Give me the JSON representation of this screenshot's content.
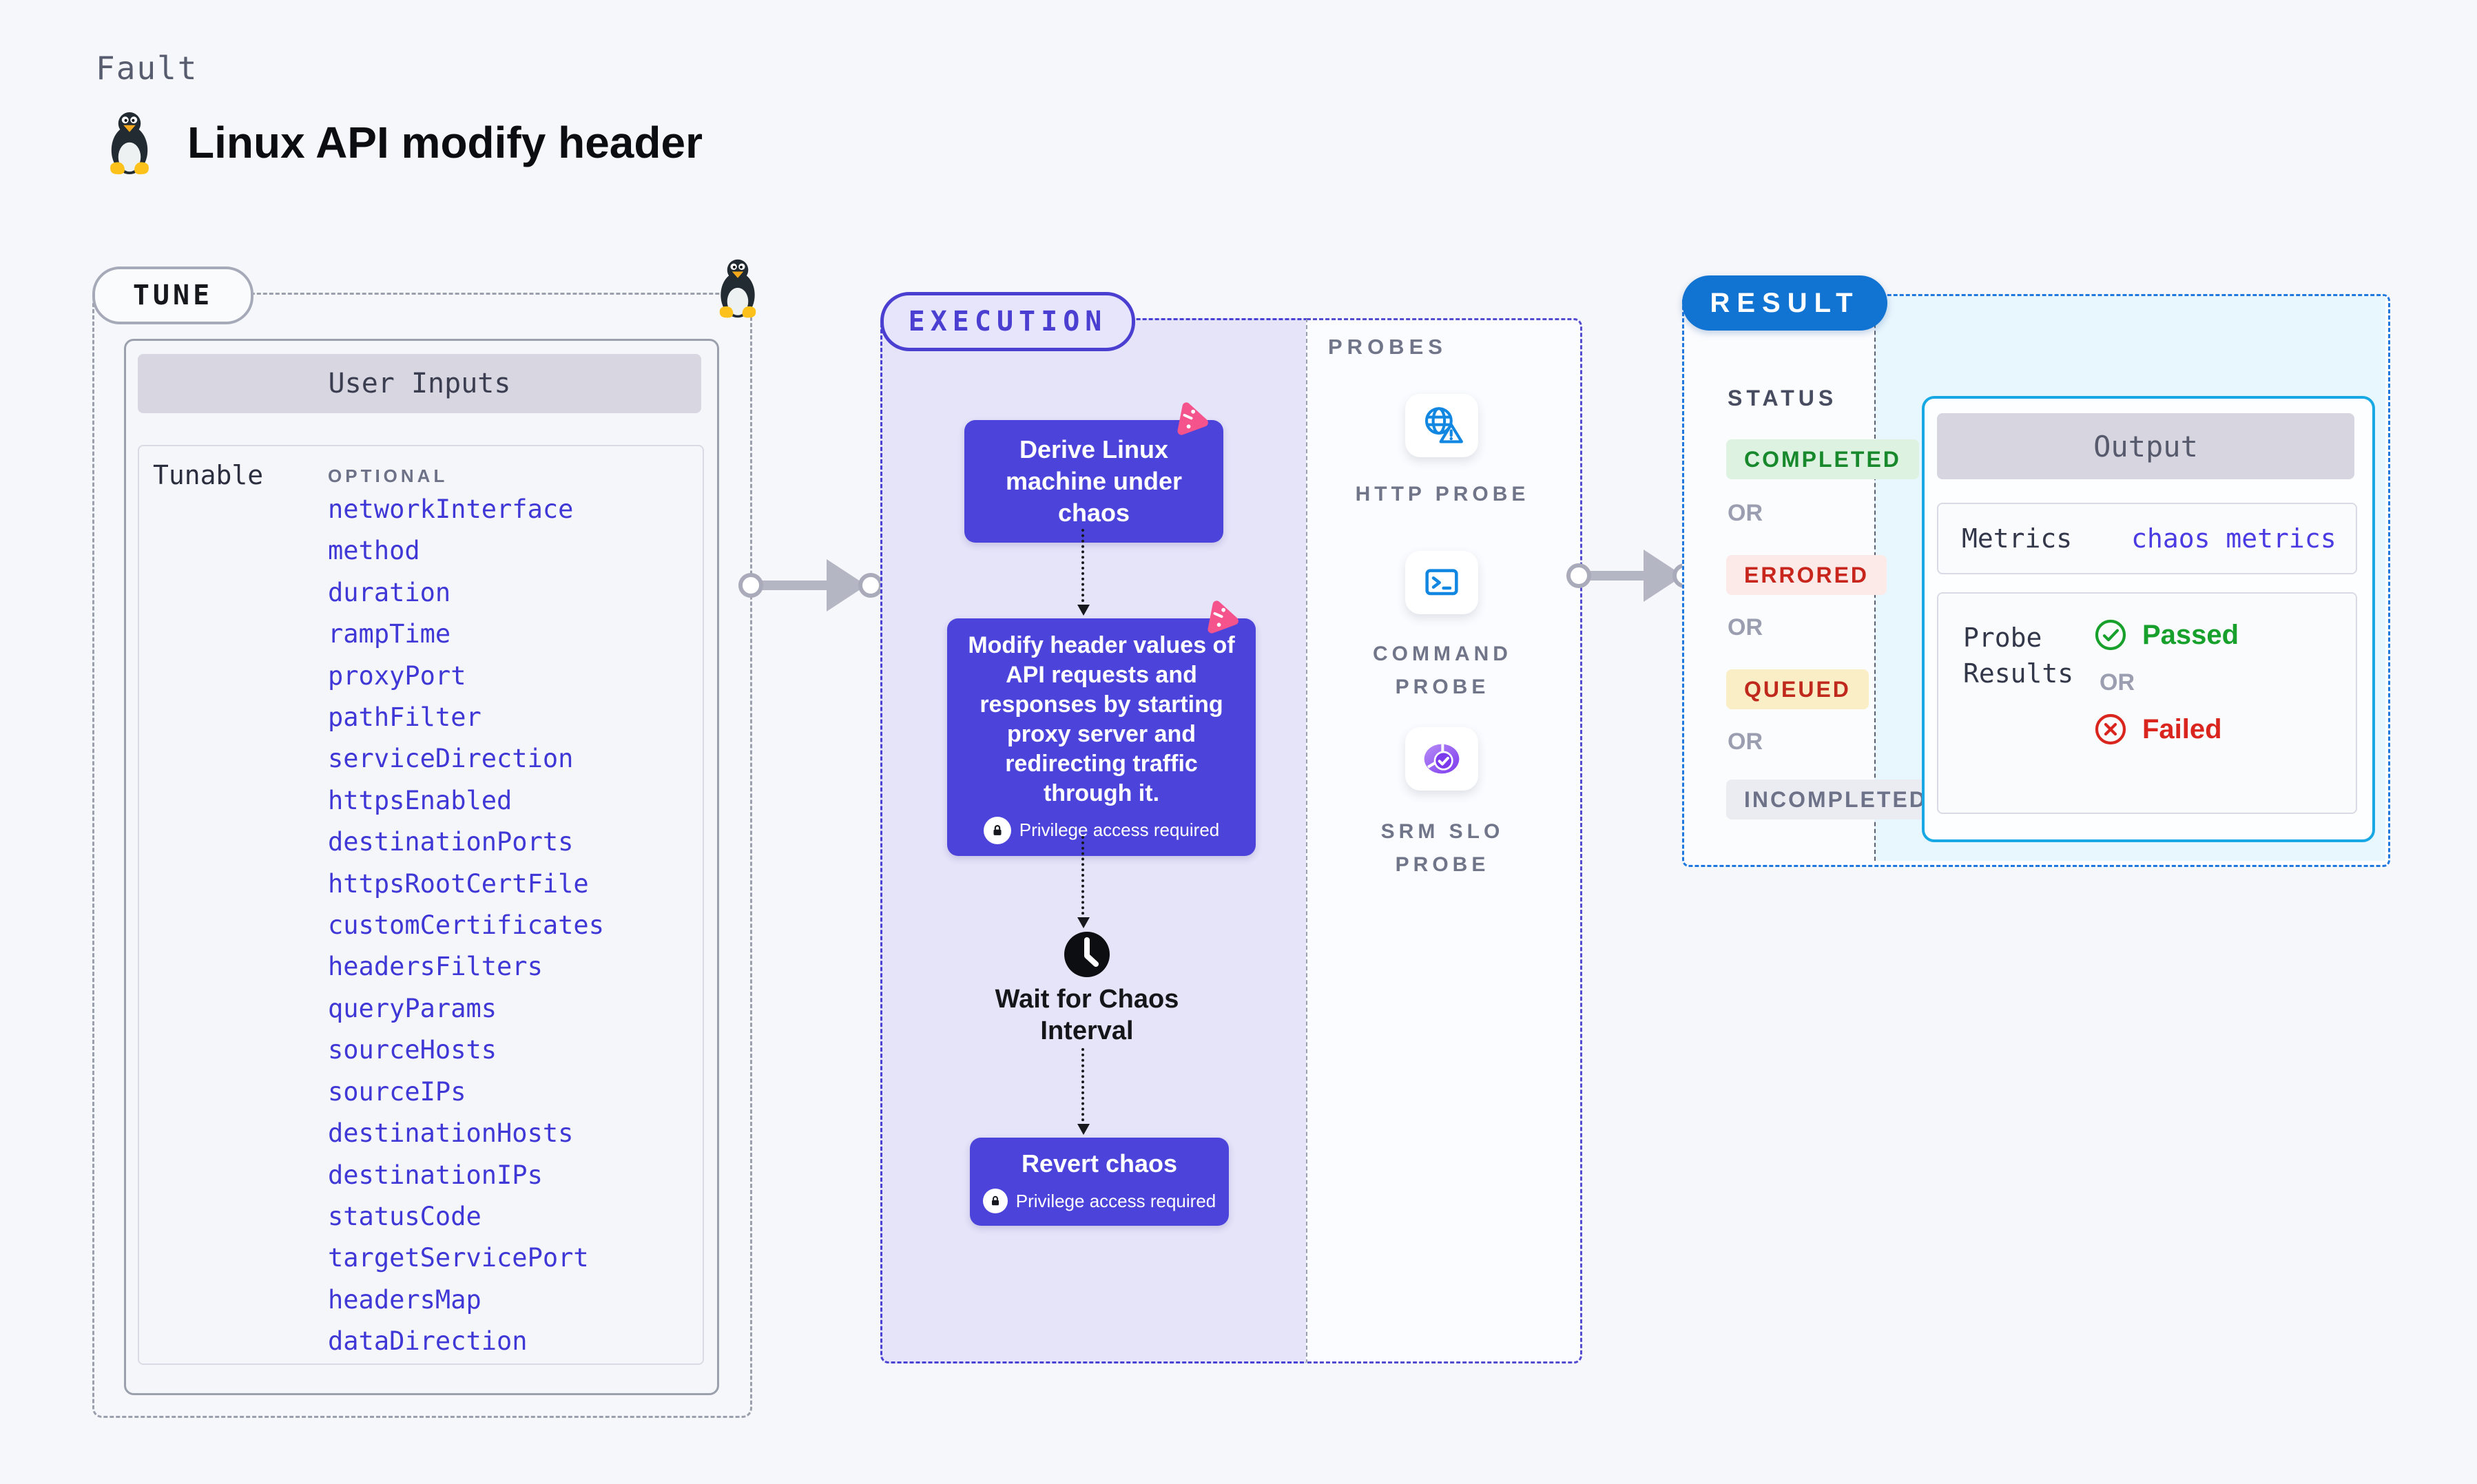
{
  "page": {
    "category_label": "Fault",
    "title": "Linux API modify header"
  },
  "tune": {
    "pill_label": "TUNE",
    "table_header": "User Inputs",
    "row_label": "Tunable",
    "optional_label": "OPTIONAL",
    "tunables": [
      "networkInterface",
      "method",
      "duration",
      "rampTime",
      "proxyPort",
      "pathFilter",
      "serviceDirection",
      "httpsEnabled",
      "destinationPorts",
      "httpsRootCertFile",
      "customCertificates",
      "headersFilters",
      "queryParams",
      "sourceHosts",
      "sourceIPs",
      "destinationHosts",
      "destinationIPs",
      "statusCode",
      "targetServicePort",
      "headersMap",
      "dataDirection"
    ]
  },
  "execution": {
    "pill_label": "EXECUTION",
    "step_derive": "Derive Linux machine under chaos",
    "step_modify": "Modify header values of API requests and responses by starting proxy server and redirecting traffic through it.",
    "step_wait": "Wait for Chaos Interval",
    "step_revert": "Revert chaos",
    "privilege_note": "Privilege access required"
  },
  "probes": {
    "section_label": "PROBES",
    "items": [
      {
        "label": "HTTP PROBE",
        "icon": "globe-warning-icon"
      },
      {
        "label": "COMMAND PROBE",
        "icon": "terminal-icon"
      },
      {
        "label": "SRM SLO PROBE",
        "icon": "slo-pie-check-icon"
      }
    ]
  },
  "result": {
    "pill_label": "RESULT",
    "status_label": "STATUS",
    "or_label": "OR",
    "statuses": [
      {
        "label": "COMPLETED",
        "text_color": "#17882b",
        "bg_color": "#ddf2e0"
      },
      {
        "label": "ERRORED",
        "text_color": "#c8251c",
        "bg_color": "#fbeae8"
      },
      {
        "label": "QUEUED",
        "text_color": "#c02a1d",
        "bg_color": "#f9eec6"
      },
      {
        "label": "INCOMPLETED",
        "text_color": "#6e7288",
        "bg_color": "#ebecf2"
      }
    ],
    "output": {
      "header": "Output",
      "metrics_label": "Metrics",
      "metrics_value": "chaos metrics",
      "probe_results_label": "Probe Results",
      "passed_label": "Passed",
      "failed_label": "Failed"
    }
  },
  "colors": {
    "page_bg": "#f6f7fa",
    "node_indigo": "#4c44da",
    "execution_accent": "#4a3fd1",
    "execution_fill": "#e6e4f9",
    "tunable_link": "#4038d6",
    "result_accent": "#1173d2",
    "output_border": "#18a8e3",
    "output_fill": "#e8f6fd",
    "chaos_pink": "#f4538c",
    "passed_green": "#18a02c",
    "failed_red": "#d9251d"
  }
}
